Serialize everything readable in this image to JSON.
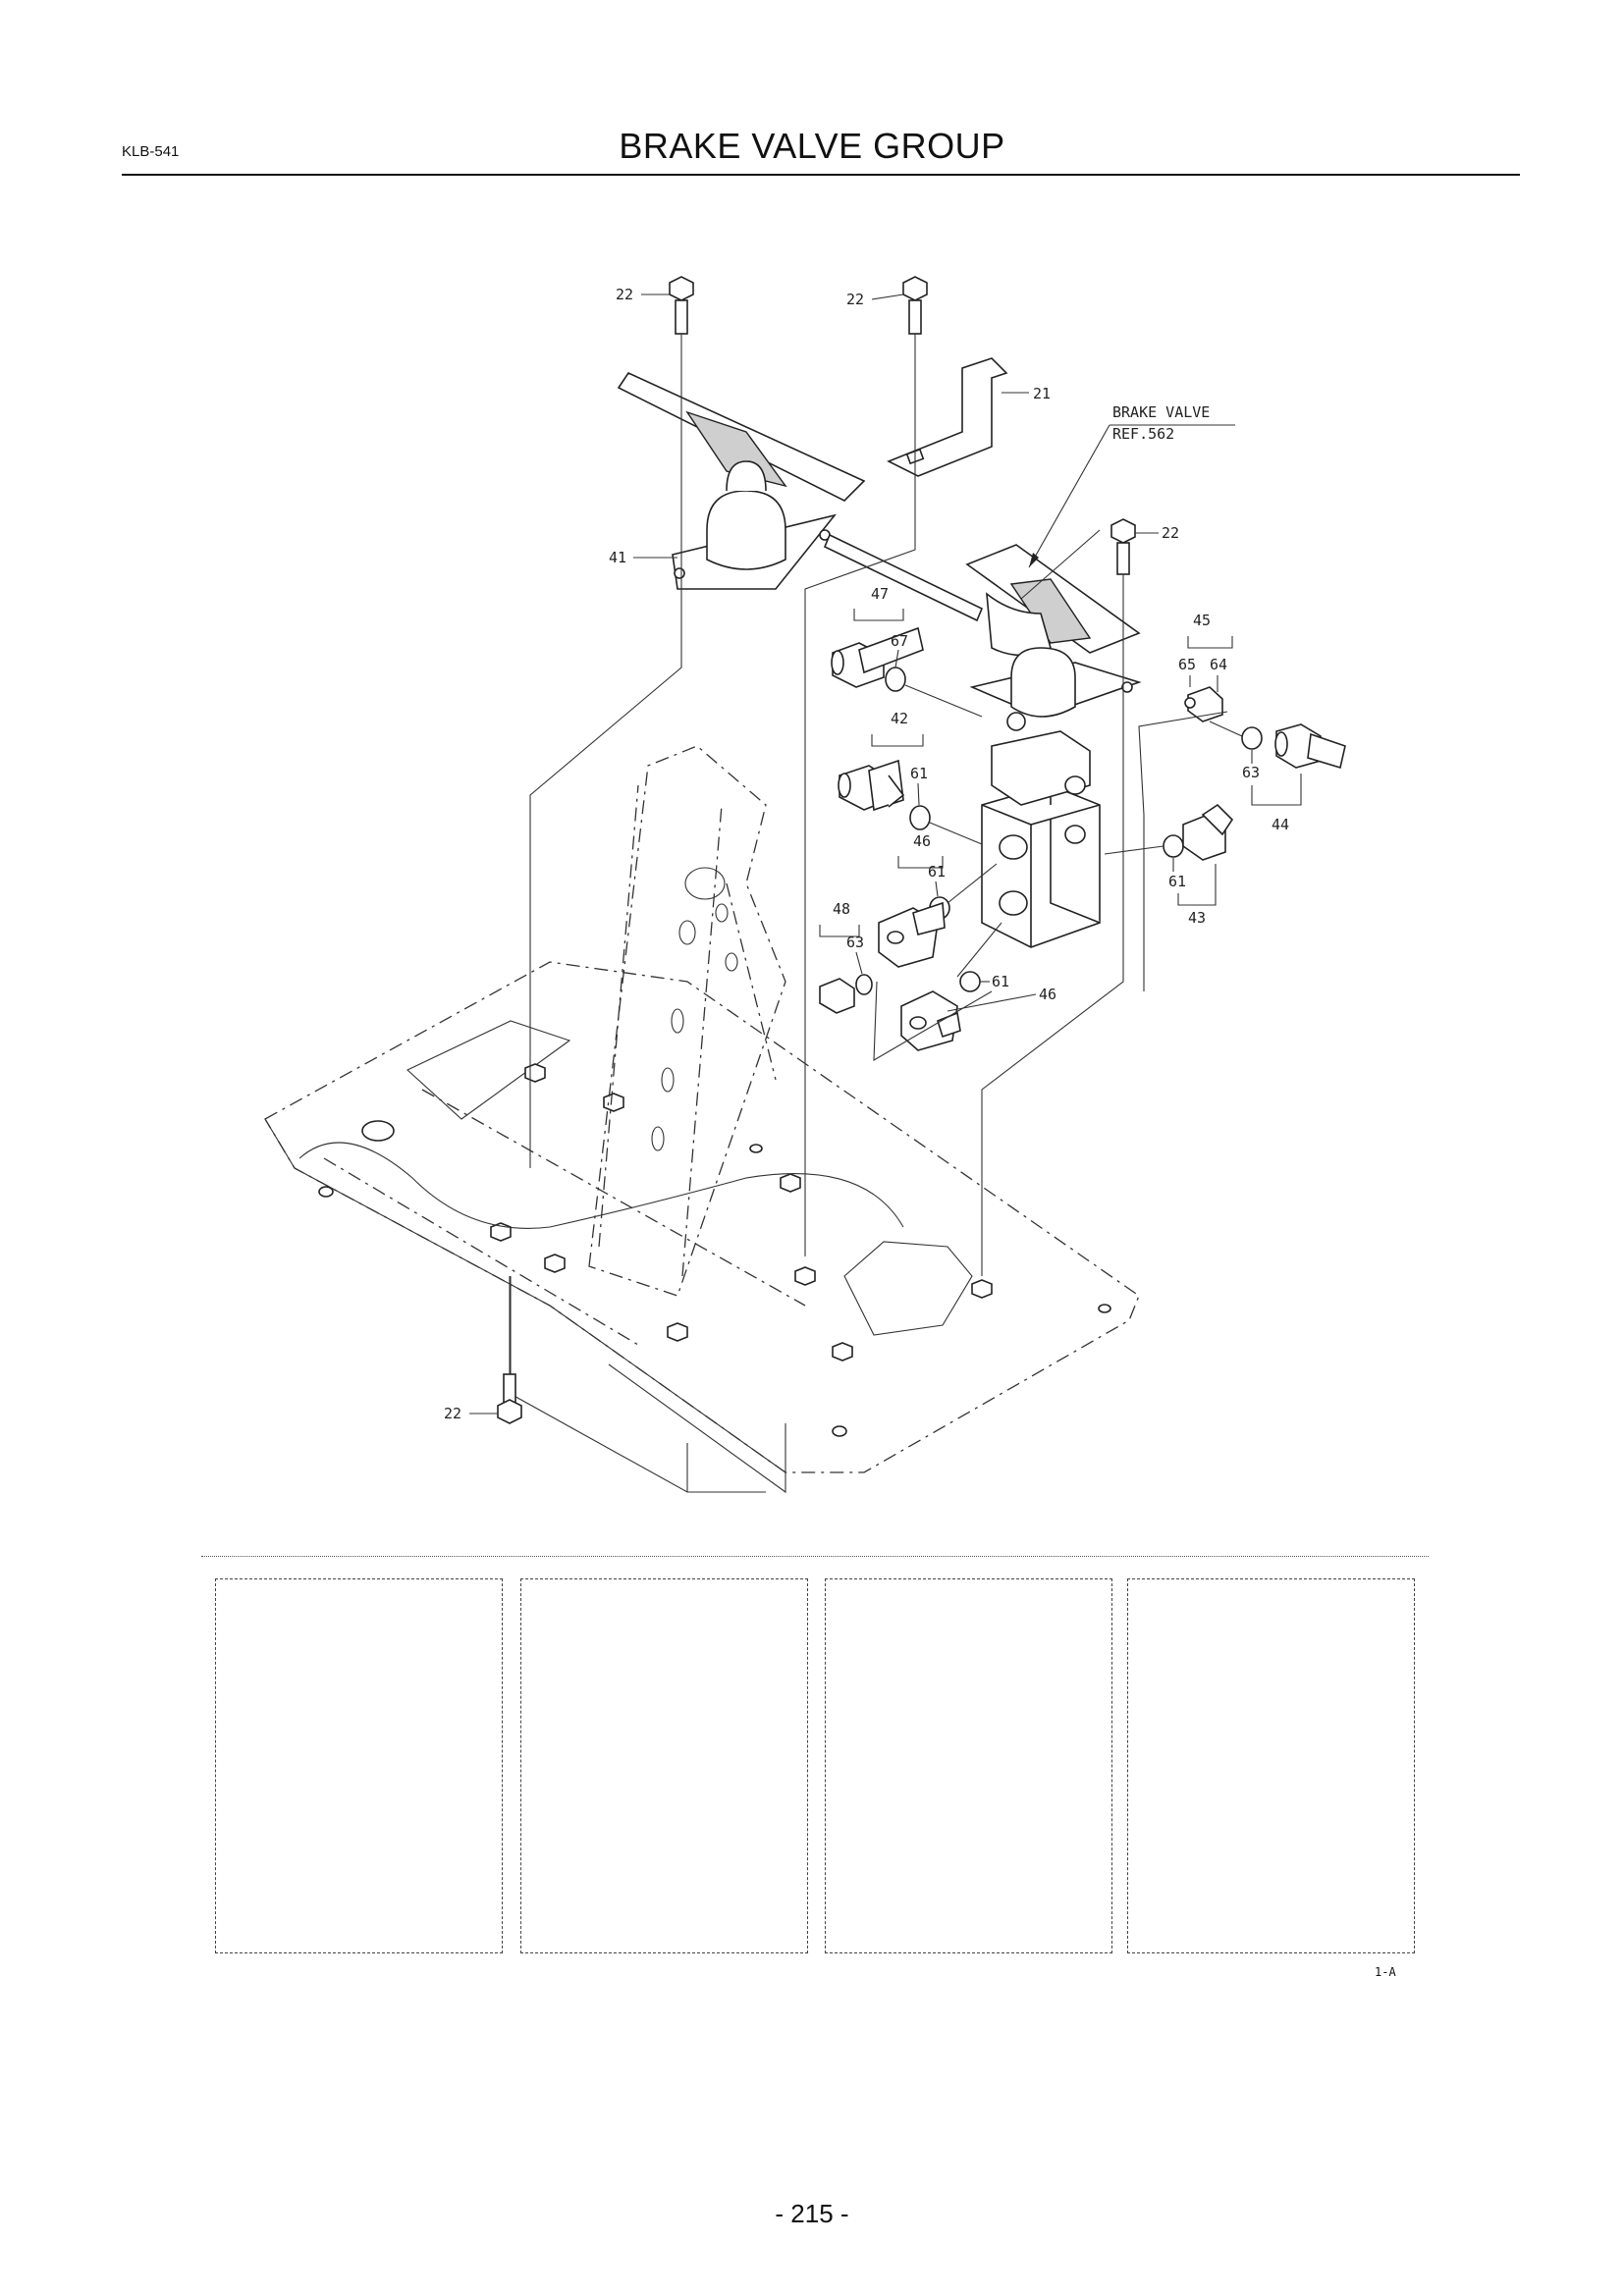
{
  "header": {
    "page_code": "KLB-541",
    "title": "BRAKE VALVE GROUP"
  },
  "diagram": {
    "callouts": {
      "bolt_top_left": "22",
      "bolt_top_mid": "22",
      "bracket": "21",
      "bolt_right": "22",
      "bolt_bottom": "22",
      "pedal_plate": "41",
      "fitting_47": "47",
      "oring_67": "67",
      "fitting_42": "42",
      "oring_61_a": "61",
      "fitting_46_a": "46",
      "oring_61_b": "61",
      "plug_48": "48",
      "oring_63_a": "63",
      "oring_61_c": "61",
      "fitting_46_b": "46",
      "fitting_45": "45",
      "part_65": "65",
      "part_64": "64",
      "oring_63_b": "63",
      "fitting_44": "44",
      "oring_61_d": "61",
      "fitting_43": "43"
    },
    "reference_label": {
      "line1": "BRAKE VALVE",
      "line2": "REF.562"
    }
  },
  "footnote": "1-A",
  "page_number": "- 215 -"
}
